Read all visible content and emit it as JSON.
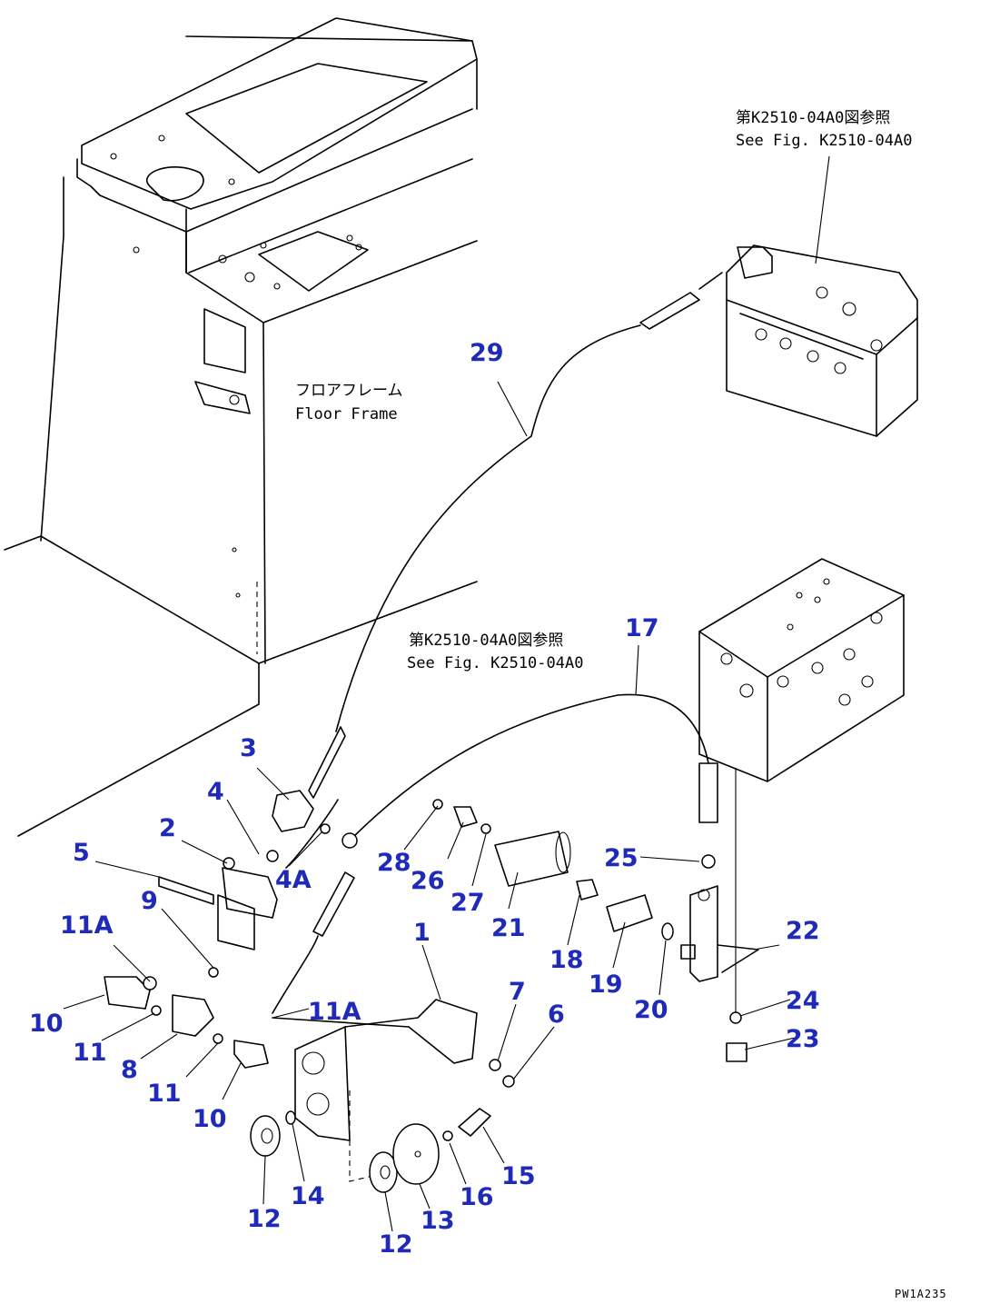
{
  "notes": {
    "ref_top_jp": "第K2510-04A0図参照",
    "ref_top_en": "See Fig. K2510-04A0",
    "ref_mid_jp": "第K2510-04A0図参照",
    "ref_mid_en": "See Fig. K2510-04A0",
    "floor_jp": "フロアフレーム",
    "floor_en": "Floor Frame"
  },
  "drawing_code": "PW1A235",
  "callouts": {
    "c29": "29",
    "c17": "17",
    "c3": "3",
    "c4": "4",
    "c2": "2",
    "c5": "5",
    "c4A": "4A",
    "c28": "28",
    "c26": "26",
    "c27": "27",
    "c21": "21",
    "c25": "25",
    "c9": "9",
    "c11A_top": "11A",
    "c1": "1",
    "c18": "18",
    "c19": "19",
    "c22": "22",
    "c10_top": "10",
    "c11_left": "11",
    "c8": "8",
    "c11A_mid": "11A",
    "c7": "7",
    "c6": "6",
    "c20": "20",
    "c24": "24",
    "c23": "23",
    "c11_mid": "11",
    "c10_bot": "10",
    "c15": "15",
    "c12_left": "12",
    "c14": "14",
    "c16": "16",
    "c13": "13",
    "c12_bot": "12"
  }
}
